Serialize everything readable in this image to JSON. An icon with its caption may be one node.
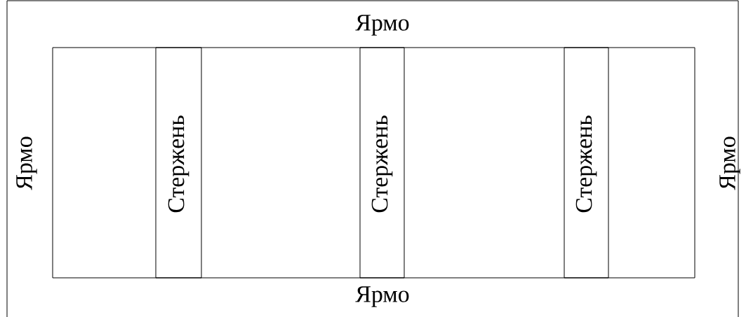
{
  "diagram": {
    "nodes": [
      {
        "text": [
          "Стержень"
        ]
      },
      {
        "text": [
          "Стержень"
        ]
      },
      {
        "text": [
          "Стержень"
        ]
      }
    ],
    "labels": [
      "Ярмо",
      "Ярмо",
      "Ярмо",
      "Ярмо"
    ]
  }
}
